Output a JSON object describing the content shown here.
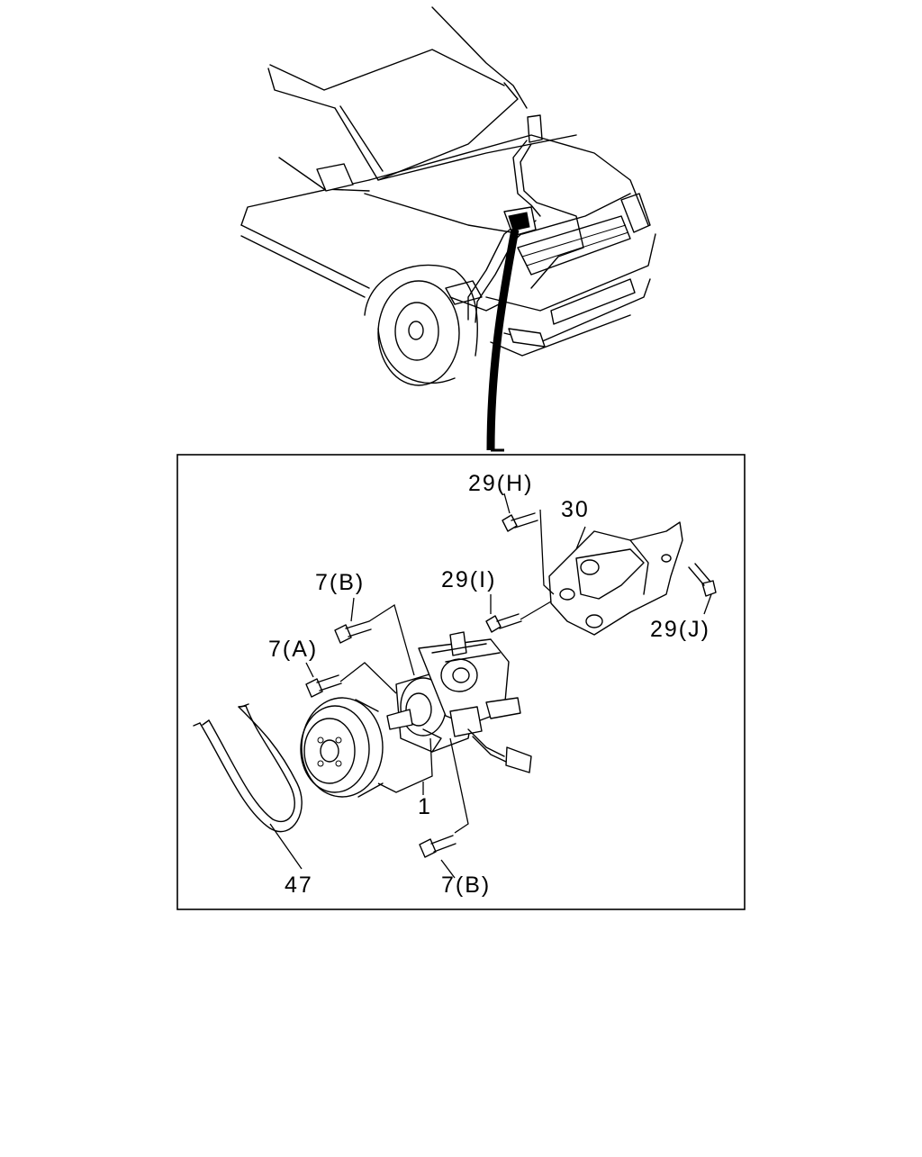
{
  "diagram": {
    "callouts": {
      "bolt_29h": "29(H)",
      "bracket_30": "30",
      "bolt_7b_top": "7(B)",
      "bolt_29i": "29(I)",
      "bolt_7a": "7(A)",
      "bolt_29j": "29(J)",
      "pump_1": "1",
      "belt_47": "47",
      "bolt_7b_bottom": "7(B)"
    }
  }
}
